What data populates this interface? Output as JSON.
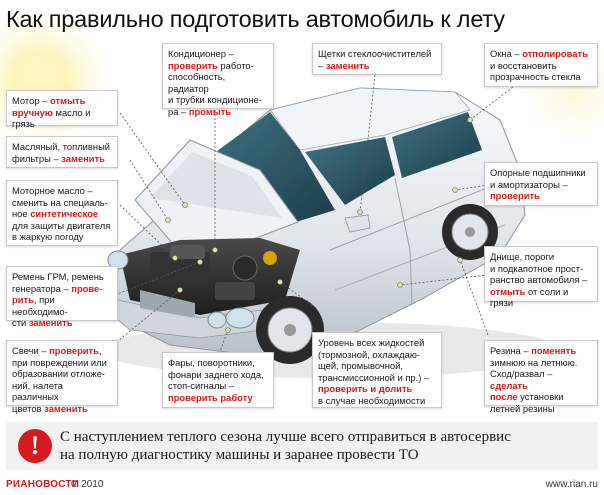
{
  "title": "Как правильно подготовить автомобиль к лету",
  "callouts": {
    "motor": {
      "t1": "Мотор – ",
      "b1": "отмыть",
      "b2": "вручную",
      "t2": " масло и грязь"
    },
    "filters": {
      "t1": "Масляный, топливный",
      "t2": "фильтры – ",
      "b1": "заменить"
    },
    "oil": {
      "t1": "Моторное масло –",
      "t2": "сменить  на специаль-",
      "t3": "ное ",
      "b1": "синтетическое",
      "t4": "для защиты двигателя",
      "t5": "в жаркую погоду"
    },
    "belt": {
      "t1": "Ремень ГРМ, ремень",
      "t2": "генератора – ",
      "b1": "прове-",
      "b2": "рить",
      "t3": ", при необходимо-",
      "t4": "сти ",
      "b3": "заменить"
    },
    "plugs": {
      "t1": "Свечи – ",
      "b1": "проверить",
      "t2": ",",
      "t3": "при повреждении или",
      "t4": "образовании отложе-",
      "t5": "ний, налета различных",
      "t6": "цветов ",
      "b2": "заменить"
    },
    "ac": {
      "t1": "Кондиционер –",
      "b1": "проверить",
      "t2": " работо-",
      "t3": "способность, радиатор",
      "t4": "и трубки кондиционе-",
      "t5": "ра – ",
      "b2": "промыть"
    },
    "wipers": {
      "t1": "Щетки стеклоочистителей",
      "t2": "– ",
      "b1": "заменить"
    },
    "windows": {
      "t1": "Окна – ",
      "b1": "отполировать",
      "t2": "и восстановить",
      "t3": "прозрачность стекла"
    },
    "bearings": {
      "t1": "Опорные подшипники",
      "t2": "и амортизаторы –",
      "b1": "проверить"
    },
    "underbody": {
      "t1": "Днище, пороги",
      "t2": "и подкапотное прост-",
      "t3": "ранство автомобиля –",
      "b1": "отмыть",
      "t4": " от соли и грязи"
    },
    "lights": {
      "t1": "Фары, поворотники,",
      "t2": "фонари заднего хода,",
      "t3": "стоп-сигналы –",
      "b1": "проверить работу"
    },
    "fluids": {
      "t1": "Уровень всех жидкостей",
      "t2": "(тормозной, охлаждаю-",
      "t3": "щей, промывочной,",
      "t4": "трансмиссионной и пр.) –",
      "b1": "проверить и долить",
      "t5": "в случае необходимости"
    },
    "tires": {
      "t1": "Резина – ",
      "b1": "поменять",
      "t2": "зимнюю на летнюю.",
      "t3": "Сход/развал – ",
      "b2": "сделать",
      "b3": "после",
      "t4": " установки",
      "t5": "летней резины"
    }
  },
  "note": {
    "mark": "!",
    "line1": "С наступлением теплого сезона лучше всего отправиться в автосервис",
    "line2": "на полную диагностику машины и заранее провести ТО"
  },
  "footer": {
    "brand_ria": "РИА",
    "brand_news": "НОВОСТИ",
    "copyright": "© 2010",
    "site": "www.rian.ru"
  },
  "colors": {
    "accent": "#d71920",
    "car_body": "#e9edf2",
    "glass": "#2c5566"
  }
}
